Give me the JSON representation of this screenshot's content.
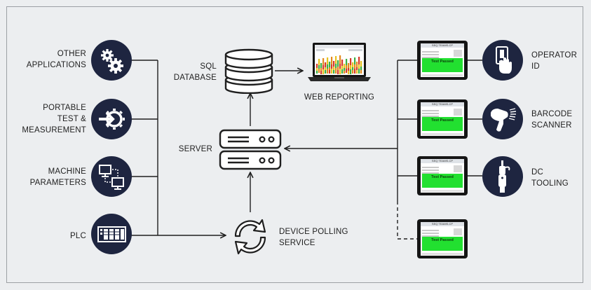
{
  "colors": {
    "node_fill": "#1e2540",
    "wire": "#1f1f1f",
    "pass_green": "#22e030",
    "background": "#eceef0"
  },
  "sources": [
    {
      "icon": "gears-icon",
      "lines": [
        "OTHER",
        "APPLICATIONS"
      ]
    },
    {
      "icon": "arrow-gear-icon",
      "lines": [
        "PORTABLE",
        "TEST &",
        "MEASUREMENT"
      ]
    },
    {
      "icon": "machine-screens-icon",
      "lines": [
        "MACHINE",
        "PARAMETERS"
      ]
    },
    {
      "icon": "plc-icon",
      "lines": [
        "PLC"
      ]
    }
  ],
  "center": {
    "database": {
      "icon": "database-icon",
      "lines": [
        "SQL",
        "DATABASE"
      ]
    },
    "web_reporting": {
      "icon": "laptop-report-icon",
      "label": "WEB REPORTING"
    },
    "server": {
      "icon": "server-icon",
      "label": "SERVER"
    },
    "polling": {
      "icon": "refresh-icon",
      "lines": [
        "DEVICE POLLING",
        "SERVICE"
      ]
    }
  },
  "terminals": [
    {
      "screen_title": "SEQ TEAMS-CP",
      "status": "Test Passed",
      "device_icon": "badge-hand-icon",
      "lines": [
        "OPERATOR",
        "ID"
      ]
    },
    {
      "screen_title": "SEQ TEAMS-CP",
      "status": "Test Passed",
      "device_icon": "barcode-scanner-icon",
      "lines": [
        "BARCODE",
        "SCANNER"
      ]
    },
    {
      "screen_title": "SEQ TEAMS-CP",
      "status": "Test Passed",
      "device_icon": "dc-tool-icon",
      "lines": [
        "DC",
        "TOOLING"
      ]
    },
    {
      "screen_title": "SEQ TEAMS-CP",
      "status": "Test Passed",
      "device_icon": "",
      "lines": []
    }
  ]
}
